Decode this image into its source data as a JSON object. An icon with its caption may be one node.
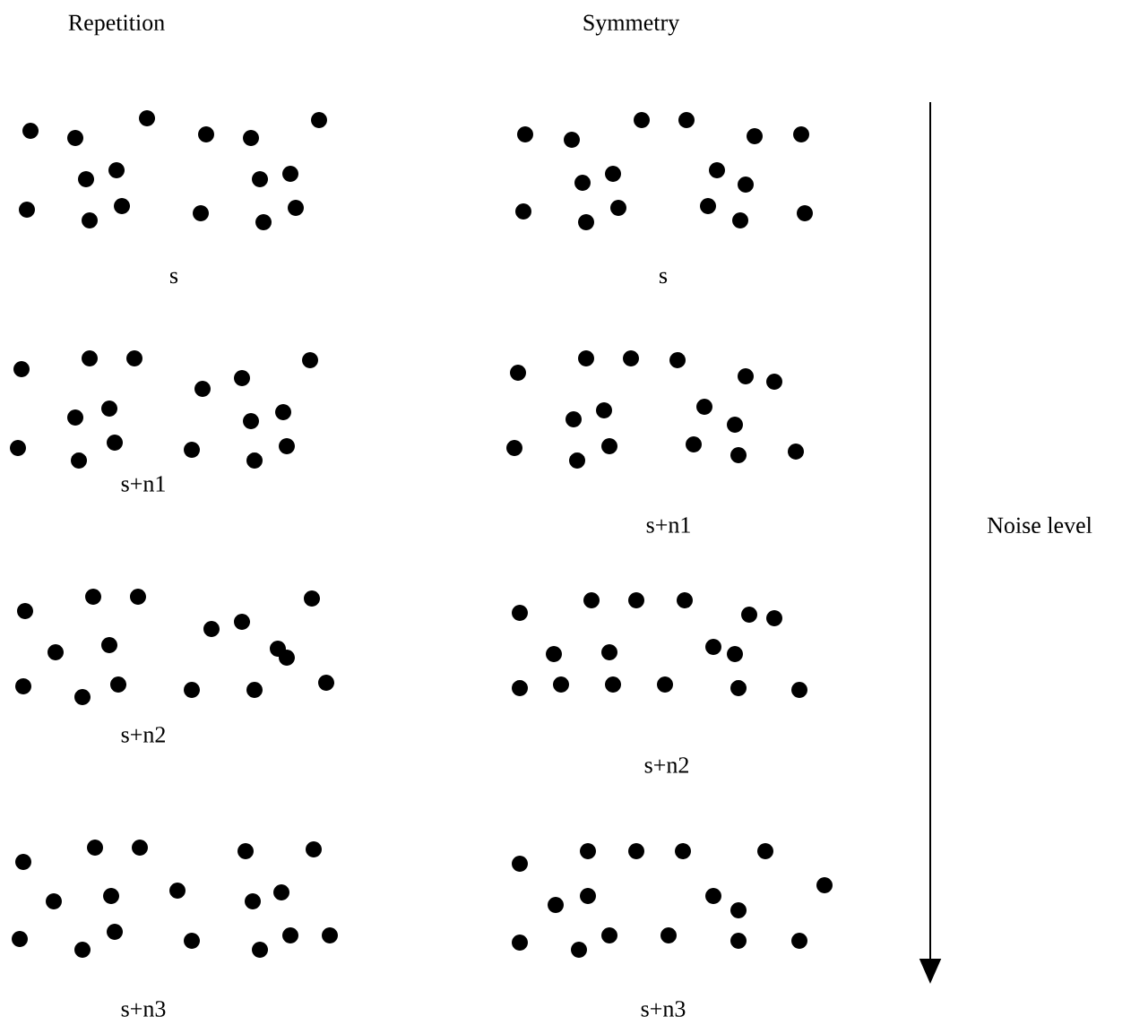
{
  "diagram": {
    "labels": [
      "Repetition",
      "Symmetry",
      "s",
      "s",
      "s+n1",
      "s+n1",
      "Noise level",
      "s+n2",
      "s+n2",
      "s+n3",
      "s+n3"
    ]
  }
}
